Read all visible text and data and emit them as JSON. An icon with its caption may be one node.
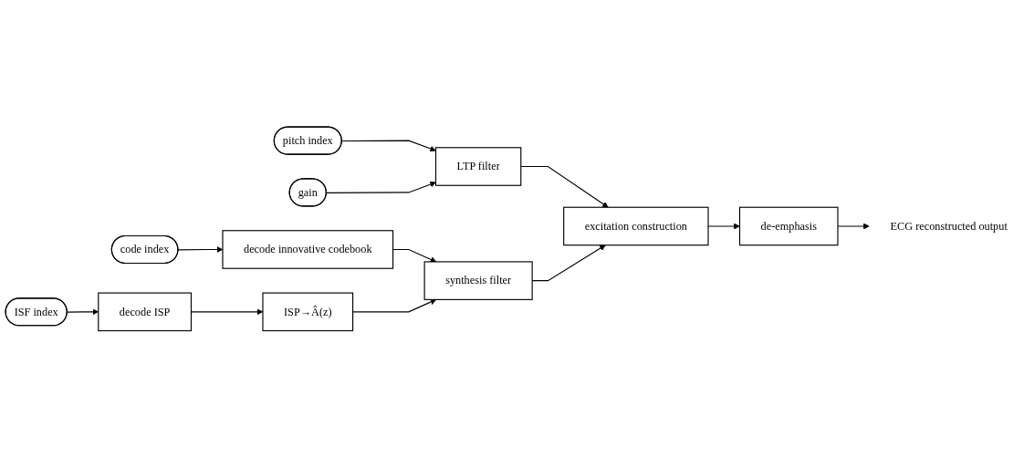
{
  "diagram": {
    "nodes": [
      {
        "text": [
          "pitch index"
        ]
      },
      {
        "text": [
          "gain"
        ]
      },
      {
        "text": [
          "LTP filter"
        ]
      },
      {
        "text": [
          "excitation construction"
        ]
      },
      {
        "text": [
          "de-emphasis"
        ]
      },
      {
        "text": [
          "ECG reconstructed output"
        ]
      },
      {
        "text": [
          "code index"
        ]
      },
      {
        "text": [
          "decode innovative codebook"
        ]
      },
      {
        "text": [
          "synthesis filter"
        ]
      },
      {
        "text": [
          "ISF index"
        ]
      },
      {
        "text": [
          "decode ISP"
        ]
      },
      {
        "text": [
          "ISP→Â(z)"
        ]
      }
    ],
    "edges": [
      {
        "from": 0,
        "to": 2,
        "arrow": "to"
      },
      {
        "from": 1,
        "to": 2,
        "arrow": "to"
      },
      {
        "from": 2,
        "to": 3,
        "arrow": "to"
      },
      {
        "from": 3,
        "to": 4,
        "arrow": "to"
      },
      {
        "from": 4,
        "to": 5,
        "arrow": "to"
      },
      {
        "from": 6,
        "to": 7,
        "arrow": "to"
      },
      {
        "from": 7,
        "to": 8,
        "arrow": "to"
      },
      {
        "from": 8,
        "to": 3,
        "arrow": "to"
      },
      {
        "from": 9,
        "to": 10,
        "arrow": "to"
      },
      {
        "from": 10,
        "to": 11,
        "arrow": "to"
      },
      {
        "from": 11,
        "to": 8,
        "arrow": "to"
      }
    ]
  }
}
